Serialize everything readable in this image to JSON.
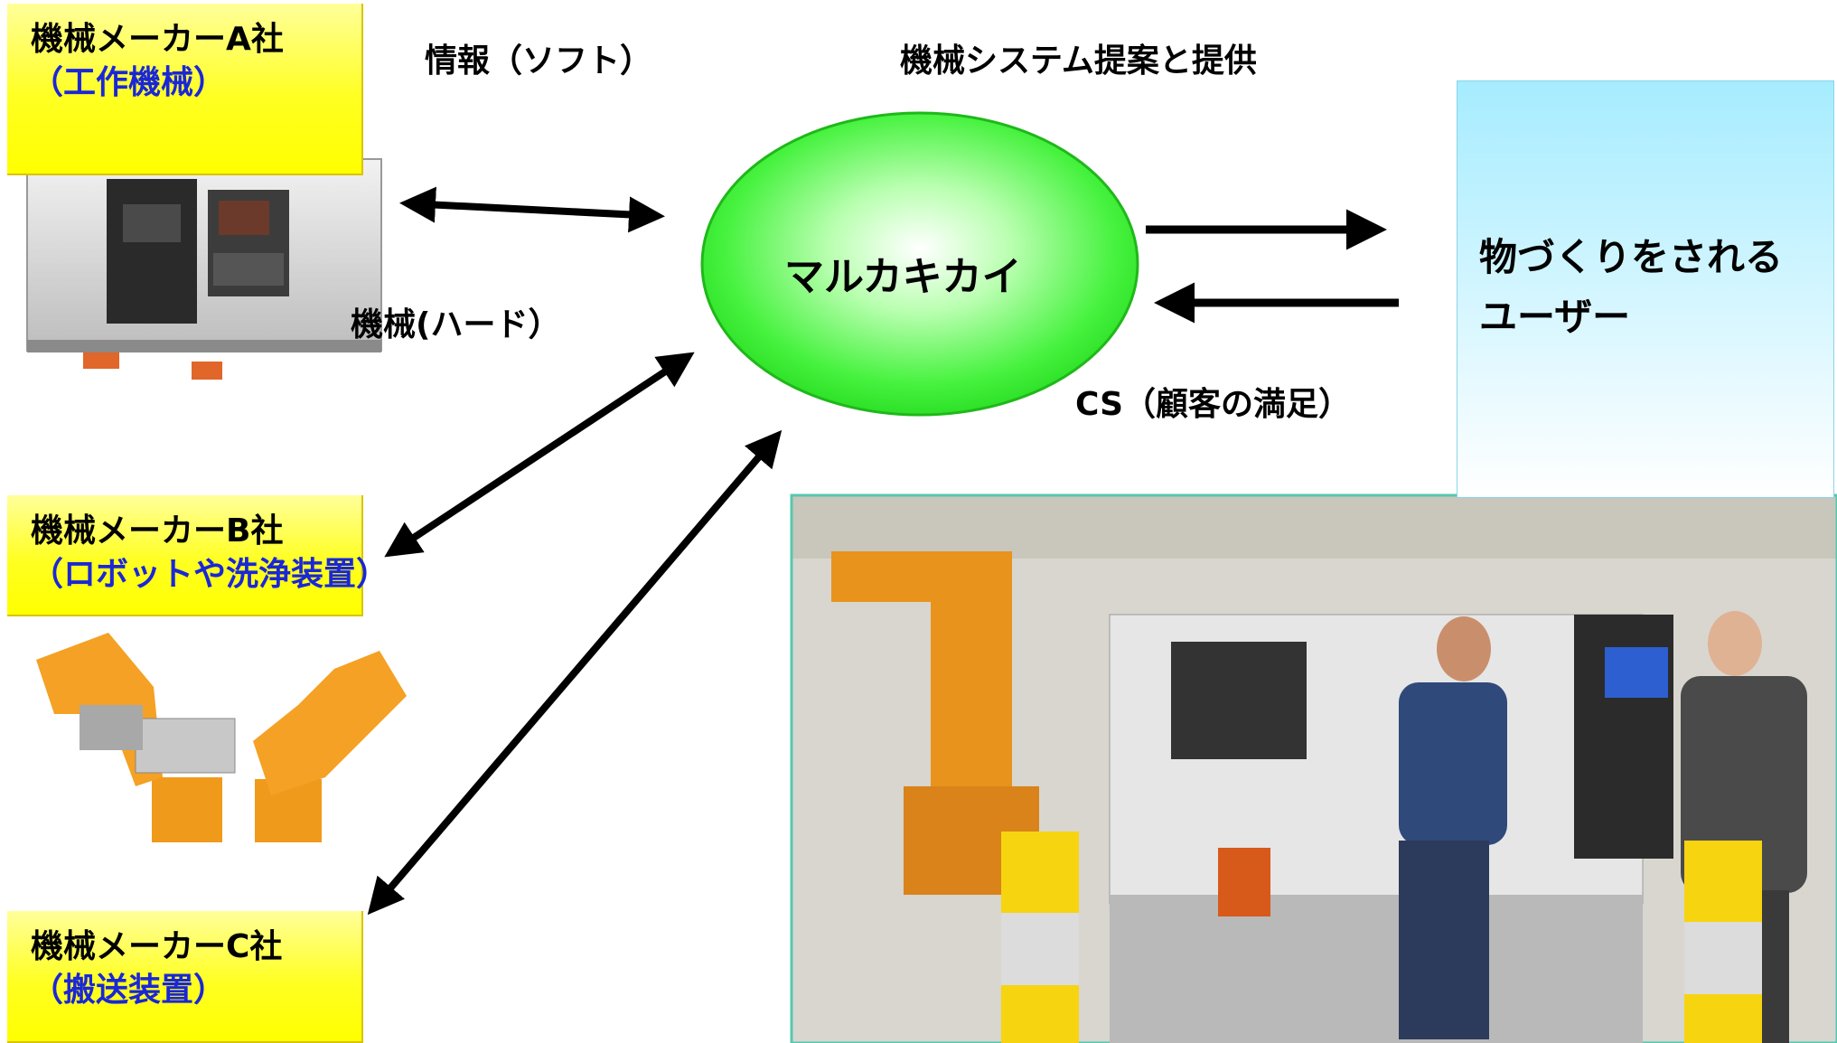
{
  "makers": [
    {
      "name": "機械メーカーA社",
      "sub": "（工作機械）"
    },
    {
      "name": "機械メーカーB社",
      "sub": "（ロボットや洗浄装置）"
    },
    {
      "name": "機械メーカーC社",
      "sub": "（搬送装置）"
    }
  ],
  "labels": {
    "info": "情報（ソフト）",
    "proposal": "機械システム提案と提供",
    "machine": "機械(ハード）",
    "cs": "CS（顧客の満足）"
  },
  "center": {
    "name": "マルカキカイ"
  },
  "user": {
    "text": "物づくりをされる\nユーザー"
  },
  "colors": {
    "maker_box": "#ffff00",
    "maker_sub_text": "#1a27d6",
    "center_ellipse": "#33ff33",
    "user_box": "#a6ecff",
    "arrow": "#000000"
  }
}
